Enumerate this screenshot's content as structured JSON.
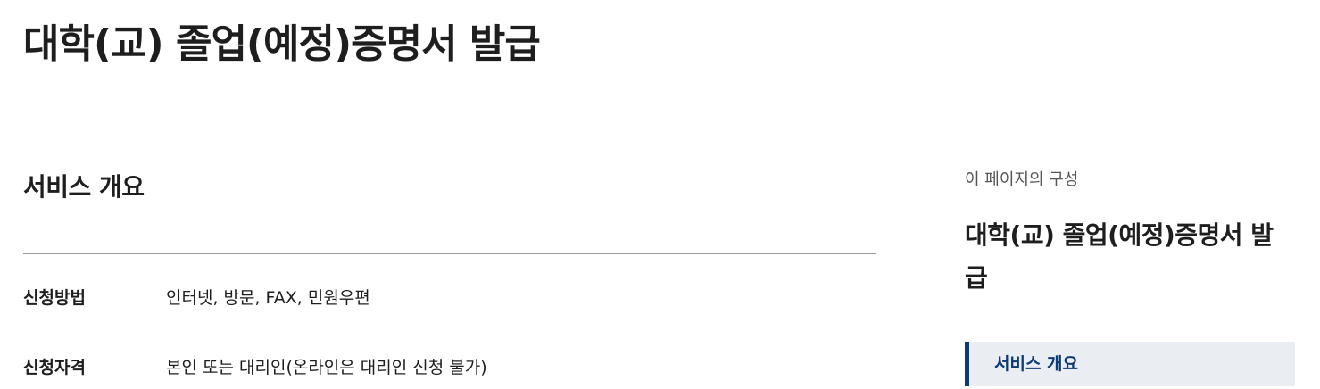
{
  "page": {
    "title": "대학(교) 졸업(예정)증명서 발급"
  },
  "overview": {
    "heading": "서비스 개요",
    "rows": [
      {
        "label": "신청방법",
        "value": "인터넷, 방문, FAX, 민원우편"
      },
      {
        "label": "신청자격",
        "value": "본인 또는 대리인(온라인은 대리인 신청 불가)"
      }
    ]
  },
  "toc": {
    "caption": "이 페이지의 구성",
    "title": "대학(교) 졸업(예정)증명서 발급",
    "items": [
      {
        "label": "서비스 개요",
        "active": true
      }
    ],
    "accent_color": "#0b3a75",
    "active_bg": "#eaeef3"
  }
}
